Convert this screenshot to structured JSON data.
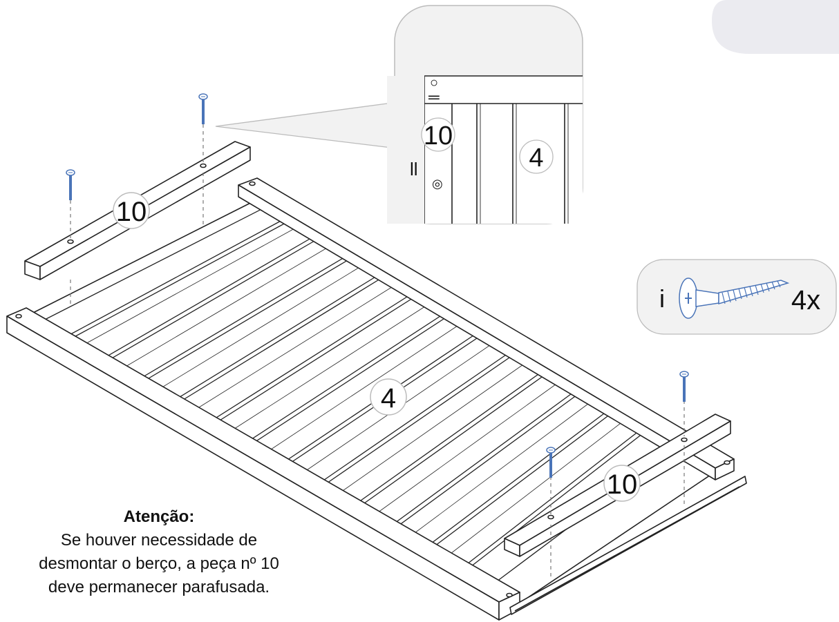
{
  "labels": {
    "part_slats": "4",
    "part_bar": "10",
    "detail_part_bar": "10",
    "detail_part_slats": "4"
  },
  "detail_marks": {
    "circle": "○",
    "equal": "═",
    "parallel": "ll",
    "target": "◎"
  },
  "screw_callout": {
    "info": "i",
    "quantity": "4x",
    "icon": "screw-icon"
  },
  "note": {
    "title": "Atenção:",
    "line1": "Se houver necessidade de",
    "line2": "desmontar o berço, a peça nº 10",
    "line3": "deve permanecer parafusada."
  },
  "colors": {
    "screw": "#4a74b8",
    "callout_bg": "#f2f2f2",
    "corner_tab": "#ebebf0",
    "line": "#222222"
  }
}
